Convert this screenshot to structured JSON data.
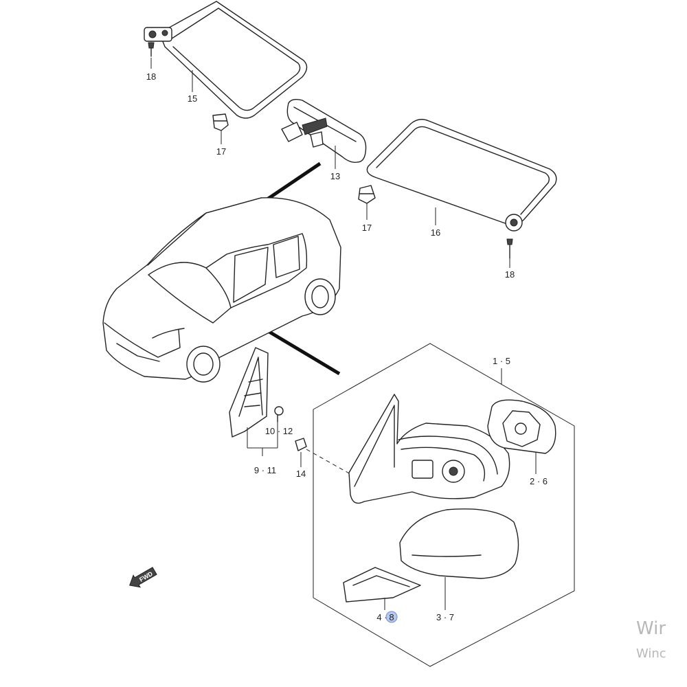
{
  "callouts": {
    "c18a": "18",
    "c15": "15",
    "c17a": "17",
    "c13": "13",
    "c17b": "17",
    "c16": "16",
    "c18b": "18",
    "c15_assy": "1 · 5",
    "c10_12": "10 · 12",
    "c9_11": "9 · 11",
    "c14": "14",
    "c2_6": "2 · 6",
    "c4": "4 ·",
    "c8": "8",
    "c3_7": "3 · 7"
  },
  "fwd_label": "FWD",
  "watermark": {
    "line1": "Wir",
    "line2": "Winc"
  },
  "colors": {
    "line": "#222222",
    "highlight": "#9fb6ea",
    "watermark": "#b8b8b8"
  },
  "icons": [
    "sun-visor",
    "rear-view-mirror",
    "car-outline",
    "side-mirror",
    "fwd-arrow-icon"
  ]
}
